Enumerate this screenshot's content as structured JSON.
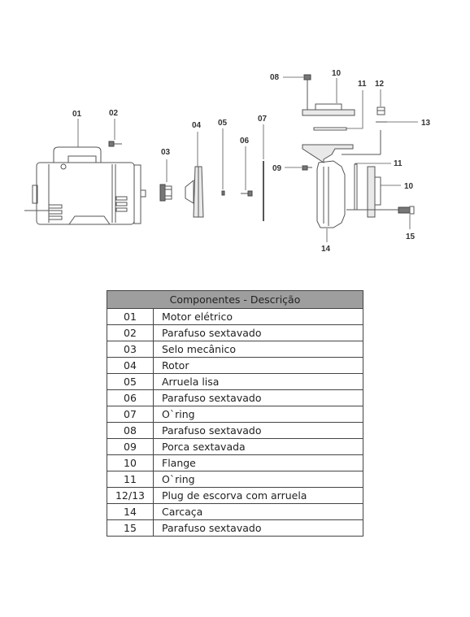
{
  "diagram": {
    "labels": {
      "l01": "01",
      "l02": "02",
      "l03": "03",
      "l04": "04",
      "l05": "05",
      "l06": "06",
      "l07": "07",
      "l08": "08",
      "l09": "09",
      "l10a": "10",
      "l10b": "10",
      "l11a": "11",
      "l11b": "11",
      "l12": "12",
      "l13": "13",
      "l14": "14",
      "l15": "15"
    }
  },
  "table": {
    "header": "Componentes - Descrição",
    "rows": [
      {
        "num": "01",
        "desc": "Motor elétrico"
      },
      {
        "num": "02",
        "desc": "Parafuso sextavado"
      },
      {
        "num": "03",
        "desc": "Selo mecânico"
      },
      {
        "num": "04",
        "desc": "Rotor"
      },
      {
        "num": "05",
        "desc": "Arruela lisa"
      },
      {
        "num": "06",
        "desc": "Parafuso sextavado"
      },
      {
        "num": "07",
        "desc": "O`ring"
      },
      {
        "num": "08",
        "desc": "Parafuso sextavado"
      },
      {
        "num": "09",
        "desc": "Porca sextavada"
      },
      {
        "num": "10",
        "desc": "Flange"
      },
      {
        "num": "11",
        "desc": "O`ring"
      },
      {
        "num": "12/13",
        "desc": "Plug de escorva com arruela"
      },
      {
        "num": "14",
        "desc": "Carcaça"
      },
      {
        "num": "15",
        "desc": "Parafuso sextavado"
      }
    ]
  }
}
